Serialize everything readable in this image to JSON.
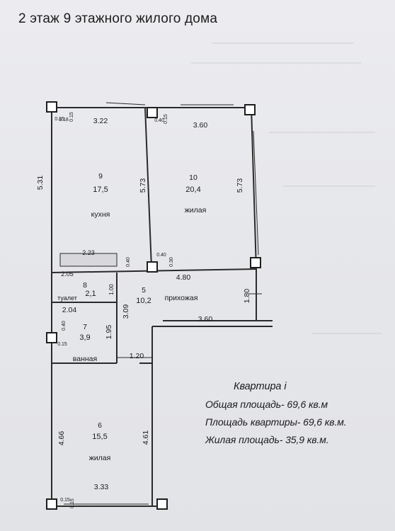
{
  "title": "2 этаж 9 этажного жилого дома",
  "rooms": {
    "kitchen": {
      "num": "9",
      "area": "17,5",
      "name": "кухня"
    },
    "living1": {
      "num": "10",
      "area": "20,4",
      "name": "жилая"
    },
    "hall": {
      "num": "5",
      "area": "10,2",
      "name": "прихожая"
    },
    "toilet": {
      "num": "8",
      "area": "2,1",
      "name": "туалет"
    },
    "bath": {
      "num": "7",
      "area": "3,9",
      "name": "ванная"
    },
    "living2": {
      "num": "6",
      "area": "15,5",
      "name": "жилая"
    }
  },
  "dims": {
    "k_width": "3.22",
    "l1_width": "3.60",
    "k_left": "5.31",
    "k_right": "5.73",
    "l1_right": "5.73",
    "k_bottom": "2.23",
    "hall_width": "4.80",
    "hall_lower": "3.60",
    "hall_right": "1.80",
    "toilet_top": "2.05",
    "toilet_side": "1.00",
    "bath_top": "2.04",
    "bath_side": "1.95",
    "corr_side": "3.09",
    "door_width": "1.20",
    "l2_left": "4.66",
    "l2_right": "4.61",
    "l2_bottom": "3.33",
    "w40a": "0.40",
    "w30": "0.30",
    "w40b": "0.40",
    "w40c": "0.40",
    "w40d": "0.40",
    "s18": "0.18",
    "s15a": "0.15",
    "s15b": "0.15",
    "s15c": "0.15",
    "s15d": "0.15",
    "s15e": "0.15",
    "s15f": "0.15"
  },
  "info": {
    "heading": "Квартира і",
    "total": "Общая площадь- 69,6 кв.м",
    "apartment": "Площадь квартиры- 69,6 кв.м.",
    "living": "Жилая площадь- 35,9 кв.м."
  }
}
